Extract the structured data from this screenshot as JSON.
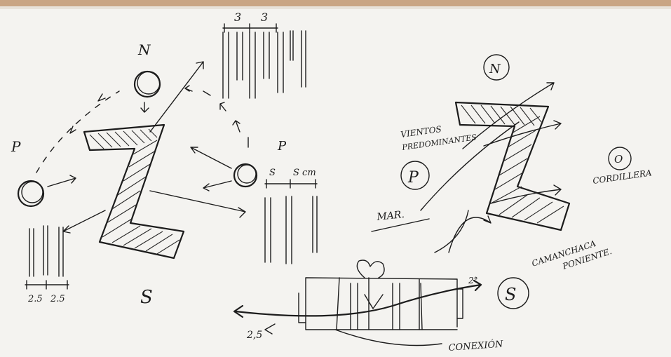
{
  "labels": {
    "north_left": "N",
    "west_left": "P",
    "south_left": "S",
    "spacing_top_1": "3",
    "spacing_top_2": "3",
    "spacing_bottom_1": "2.5",
    "spacing_bottom_2": "2.5",
    "east_mid": "P",
    "spacing_mid_1": "S",
    "spacing_mid_2": "S cm",
    "north_right": "N",
    "east_right": "O",
    "south_right": "S",
    "west_right": "P",
    "vientos": "VIENTOS",
    "predominantes": "PREDOMINANTES",
    "mar": "MAR.",
    "cordillera": "CORDILLERA",
    "camanchaca": "CAMANCHACA",
    "poniente": "PONIENTE.",
    "width_left": "2,5",
    "degrees": "2°",
    "conexion": "CONEXIÓN"
  }
}
